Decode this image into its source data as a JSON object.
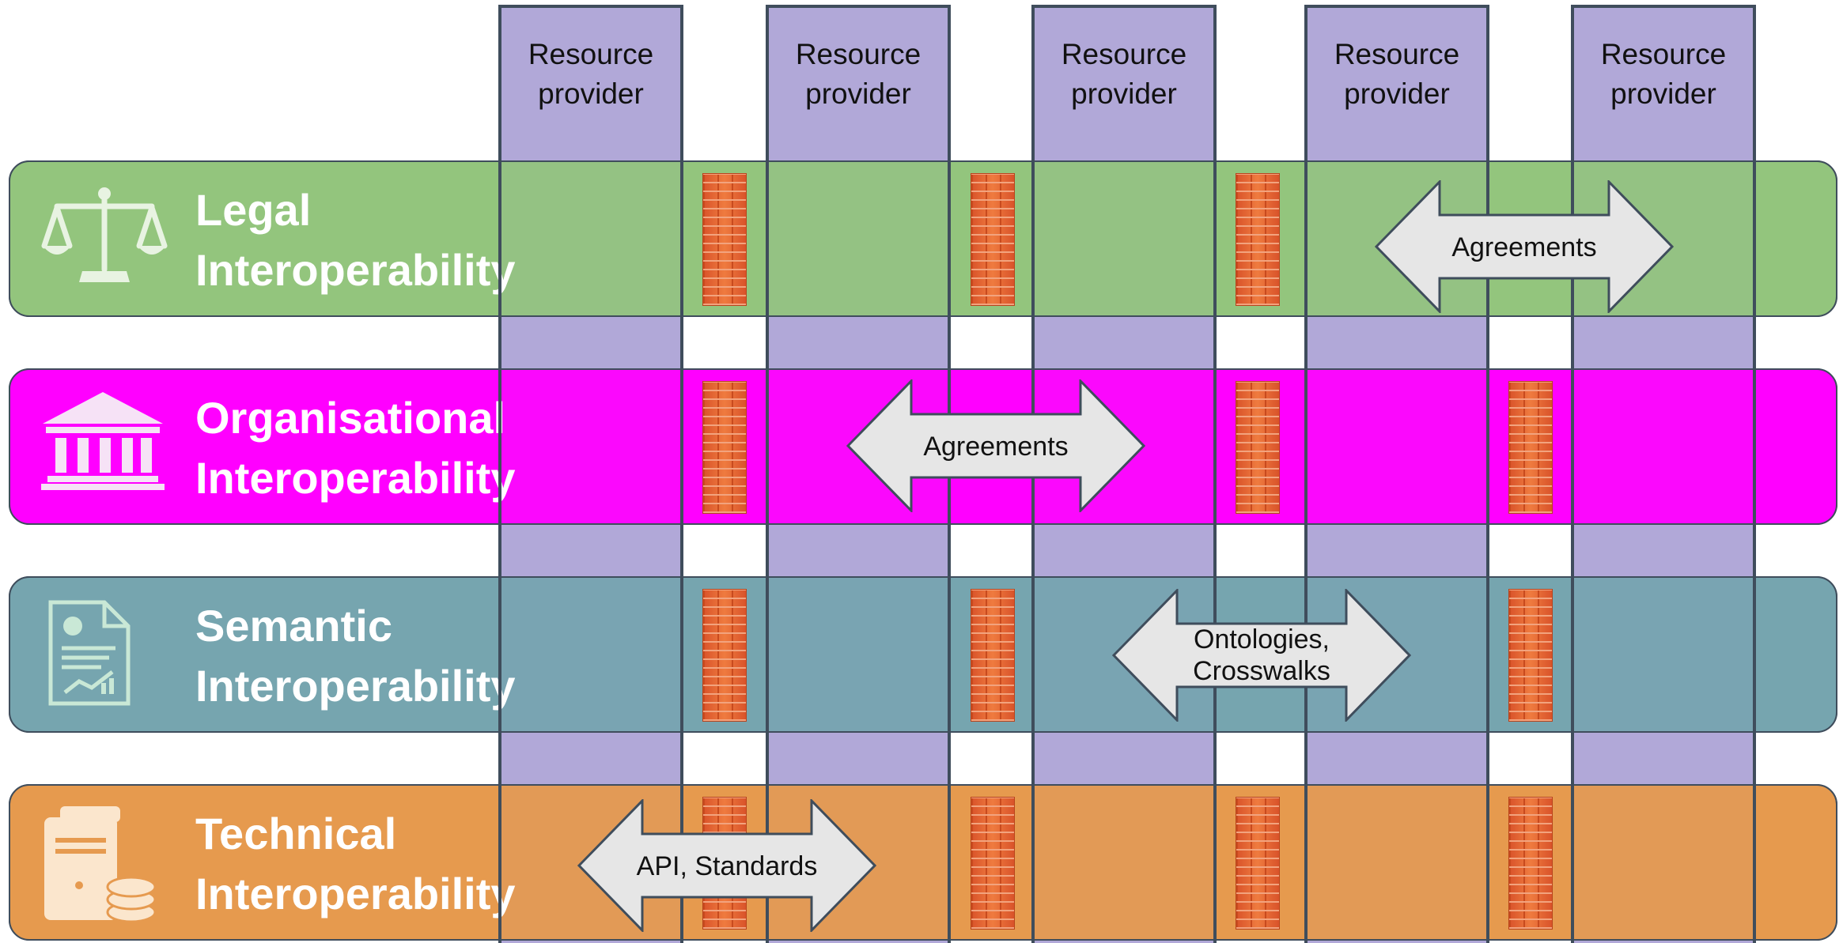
{
  "providers": [
    {
      "line1": "Resource",
      "line2": "provider"
    },
    {
      "line1": "Resource",
      "line2": "provider"
    },
    {
      "line1": "Resource",
      "line2": "provider"
    },
    {
      "line1": "Resource",
      "line2": "provider"
    },
    {
      "line1": "Resource",
      "line2": "provider"
    }
  ],
  "layers": [
    {
      "line1": "Legal",
      "line2": "Interoperability",
      "color": "#93c47d",
      "icon": "scales-icon"
    },
    {
      "line1": "Organisational",
      "line2": "Interoperability",
      "color": "#ff00ff",
      "icon": "institution-icon"
    },
    {
      "line1": "Semantic",
      "line2": "Interoperability",
      "color": "#76a5af",
      "icon": "document-chart-icon"
    },
    {
      "line1": "Technical",
      "line2": "Interoperability",
      "color": "#e69a4f",
      "icon": "server-database-icon"
    }
  ],
  "bridges": {
    "legal": {
      "line1": "Agreements"
    },
    "organisational": {
      "line1": "Agreements"
    },
    "semantic": {
      "line1": "Ontologies,",
      "line2": "Crosswalks"
    },
    "technical": {
      "line1": "API, Standards"
    }
  },
  "colors": {
    "pillar": "#b1a7d8",
    "outline": "#3f4d5c",
    "brick": "#e8612a",
    "arrow_fill": "#e6e6e6"
  }
}
